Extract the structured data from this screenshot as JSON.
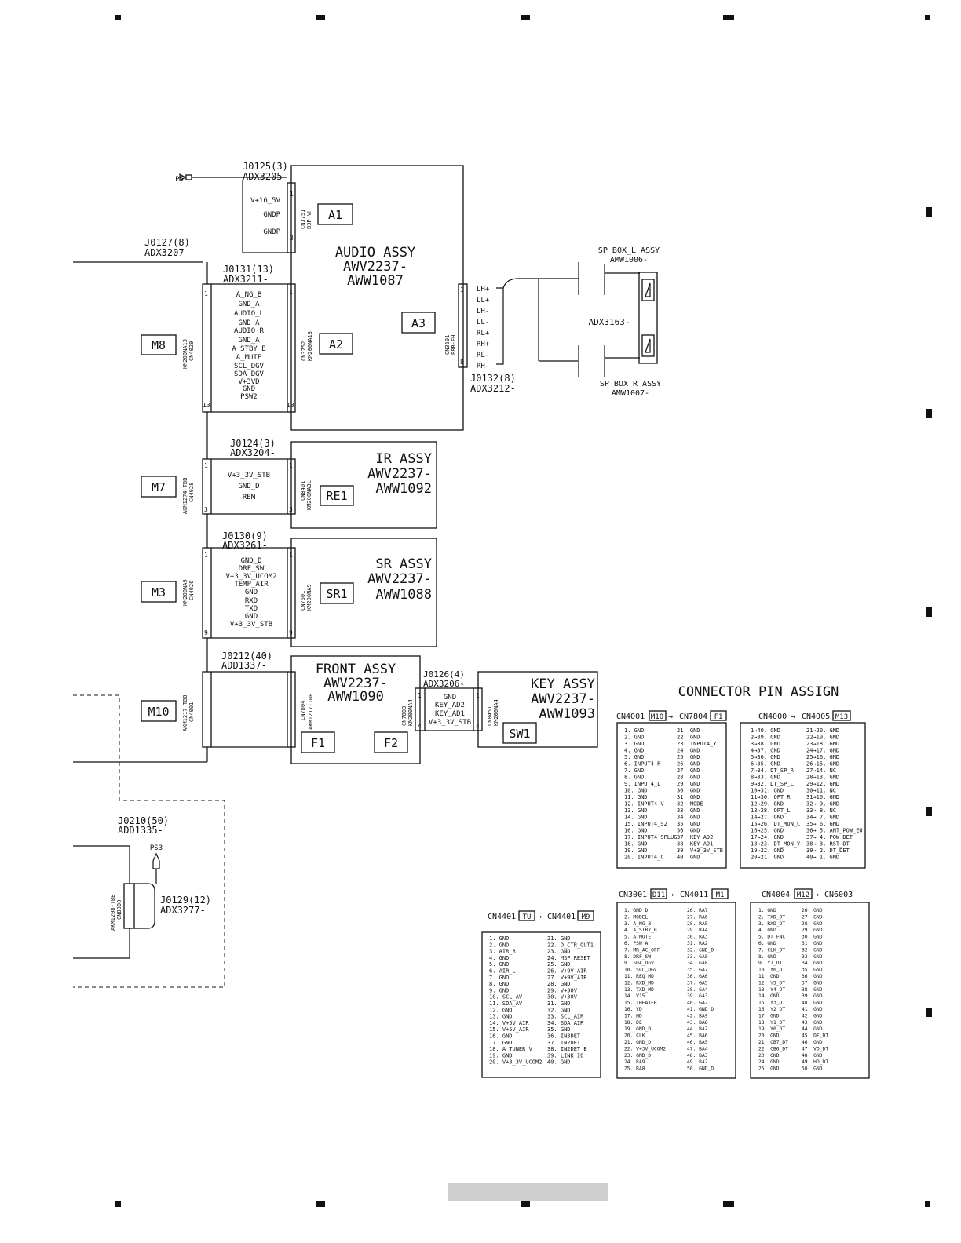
{
  "audio": {
    "j0125": "J0125(3)",
    "adx3205": "ADX3205-",
    "p5": "P5",
    "cn3751": "CN3751",
    "cn3751_type": "B3P-VH",
    "pins": [
      "V+16_5V",
      "GNDP",
      "GNDP"
    ],
    "a1": "A1",
    "a2": "A2",
    "a3": "A3",
    "title": "AUDIO ASSY",
    "p1": "AWV2237-",
    "p2": "AWW1087",
    "cn3752": "CN3752",
    "cn3752_type": "KM200NA13",
    "cn3501": "CN3501",
    "cn3501_type": "B8B-EH",
    "j0132": "J0132(8)",
    "adx3212": "ADX3212-",
    "sp_pins": [
      "LH+",
      "LL+",
      "LH-",
      "LL-",
      "RL+",
      "RH+",
      "RL-",
      "RH-"
    ]
  },
  "m8": {
    "j0127": "J0127(8)",
    "adx3207": "ADX3207-",
    "j0131": "J0131(13)",
    "adx3211": "ADX3211-",
    "label": "M8",
    "cn4029": "CN4029",
    "cn4029_type": "KM200NA13",
    "pins": [
      "A_NG_B",
      "GND_A",
      "AUDIO_L",
      "GND_A",
      "AUDIO_R",
      "GND_A",
      "A_STBY_B",
      "A_MUTE",
      "SCL_DGV",
      "SDA_DGV",
      "V+3VD",
      "GND",
      "PSW2"
    ]
  },
  "speaker": {
    "l_title": "SP BOX_L ASSY",
    "l_part": "AMW1006-",
    "cable": "ADX3163-",
    "r_title": "SP BOX_R ASSY",
    "r_part": "AMW1007-"
  },
  "ir": {
    "j0124": "J0124(3)",
    "adx3204": "ADX3204-",
    "label": "M7",
    "cn4028": "CN4028",
    "cn4028_type": "AKM1274-TBB",
    "pins": [
      "V+3_3V_STB",
      "GND_D",
      "REM"
    ],
    "cn8401": "CN8401",
    "cn8401_type": "KM200NA3L",
    "re1": "RE1",
    "title": "IR ASSY",
    "p1": "AWV2237-",
    "p2": "AWW1092"
  },
  "sr": {
    "j0130": "J0130(9)",
    "adx3261": "ADX3261-",
    "label": "M3",
    "cn4026": "CN4026",
    "cn4026_type": "KM200NA9",
    "pins": [
      "GND_D",
      "DRF_SW",
      "V+3_3V_UCOM2",
      "TEMP_AIR",
      "GND",
      "RXD",
      "TXD",
      "GND",
      "V+3_3V_STB"
    ],
    "cn7601": "CN7601",
    "cn7601_type": "KM200NA9",
    "sr1": "SR1",
    "title": "SR ASSY",
    "p1": "AWV2237-",
    "p2": "AWW1088"
  },
  "front": {
    "j0212": "J0212(40)",
    "add1337": "ADD1337-",
    "label": "M10",
    "cn4001": "CN4001",
    "cn4001_type": "AKM1217-TBB",
    "cn7804": "CN7804",
    "cn7804_type": "AKM1217-TBB",
    "title": "FRONT ASSY",
    "p1": "AWV2237-",
    "p2": "AWW1090",
    "f1": "F1",
    "f2": "F2",
    "cn7803": "CN7803",
    "cn7803_type": "KM200NA4",
    "j0126": "J0126(4)",
    "adx3206": "ADX3206-",
    "pins": [
      "GND",
      "KEY_AD2",
      "KEY_AD1",
      "V+3_3V_STB"
    ]
  },
  "key": {
    "title": "KEY ASSY",
    "p1": "AWV2237-",
    "p2": "AWW1093",
    "cn8451": "CN8451",
    "cn8451_type": "KM200NA4",
    "sw1": "SW1"
  },
  "lower": {
    "j0210": "J0210(50)",
    "add1335": "ADD1335-",
    "ps3": "PS3",
    "cn8000": "CN8000",
    "cn8000_type": "AKM1208-TBB",
    "j0129": "J0129(12)",
    "adx3277": "ADX3277-"
  },
  "pin_assign": {
    "title": "CONNECTOR PIN ASSIGN",
    "tables": [
      {
        "from": "CN4001",
        "from_tag": "M10",
        "to": "CN7804",
        "to_tag": "F1",
        "col1": [
          "1. GND",
          "2. GND",
          "3. GND",
          "4. GND",
          "5. GND",
          "6. INPUT4_R",
          "7. GND",
          "8. GND",
          "9. INPUT4_L",
          "10. GND",
          "11. GND",
          "12. INPUT4_V",
          "13. GND",
          "14. GND",
          "15. INPUT4_S2",
          "16. GND",
          "17. INPUT4_SPLUG",
          "18. GND",
          "19. GND",
          "20. INPUT4_C"
        ],
        "col2": [
          "21. GND",
          "22. GND",
          "23. INPUT4_Y",
          "24. GND",
          "25. GND",
          "26. GND",
          "27. GND",
          "28. GND",
          "29. GND",
          "30. GND",
          "31. GND",
          "32. MODE",
          "33. GND",
          "34. GND",
          "35. GND",
          "36. GND",
          "37. KEY_AD2",
          "38. KEY_AD1",
          "39. V+3_3V_STB",
          "40. GND"
        ]
      },
      {
        "from": "CN4000",
        "from_tag": "",
        "to": "CN4005",
        "to_tag": "M13",
        "col1": [
          "1→40. GND",
          "2→39. GND",
          "3→38. GND",
          "4→37. GND",
          "5→36. GND",
          "6→35. GND",
          "7→34. DT_SP_R",
          "8→33. GND",
          "9→32. DT_SP_L",
          "10→31. GND",
          "11→30. OPT_R",
          "12→29. GND",
          "13→28. OPT_L",
          "14→27. GND",
          "15→26. DT_MON_C",
          "16→25. GND",
          "17→24. GND",
          "18→23. DT_MON_Y",
          "19→22. GND",
          "20→21. GND"
        ],
        "col2": [
          "21→20. GND",
          "22→19. GND",
          "23→18. GND",
          "24→17. GND",
          "25→16. GND",
          "26→15. GND",
          "27→14. NC",
          "28→13. GND",
          "29→12. GND",
          "30→11. NC",
          "31→10. GND",
          "32→ 9. GND",
          "33→ 8. NC",
          "34→ 7. GND",
          "35→ 6. GND",
          "36→ 5. ANT_POW_EU",
          "37→ 4. POW_DET",
          "38→ 3. RST_DT",
          "39→ 2. DT_DET",
          "40→ 1. GND"
        ]
      },
      {
        "from": "CN4401",
        "from_tag": "TU",
        "to": "CN4401",
        "to_tag": "M9",
        "col1": [
          "1. GND",
          "2. GND",
          "3. AIR_R",
          "4. GND",
          "5. GND",
          "6. AIR_L",
          "7. GND",
          "8. GND",
          "9. GND",
          "10. SCL_AV",
          "11. SDA_AV",
          "12. GND",
          "13. GND",
          "14. V+5V_AIR",
          "15. V+5V_AIR",
          "16. GND",
          "17. GND",
          "18. A_TUNER_V",
          "19. GND",
          "20. V+3_3V_UCOM2"
        ],
        "col2": [
          "21. GND",
          "22. D_CTR_OUT1",
          "23. GND",
          "24. MSP_RESET",
          "25. GND",
          "26. V+9V_AIR",
          "27. V+9V_AIR",
          "28. GND",
          "29. V+30V",
          "30. V+30V",
          "31. GND",
          "32. GND",
          "33. SCL_AIR",
          "34. SDA_AIR",
          "35. GND",
          "36. IN3DET",
          "37. IN2DET",
          "38. IN2DET_B",
          "39. LINK_IO",
          "40. GND"
        ]
      },
      {
        "from": "CN3001",
        "from_tag": "D11",
        "to": "CN4011",
        "to_tag": "M1",
        "col1": [
          "1. GND_D",
          "2. MODEL",
          "3. A_NG_B",
          "4. A_STBY_B",
          "5. A_MUTE",
          "6. PSW_A",
          "7. MR_AC_OFF",
          "8. DRF_SW",
          "9. SDA_DGV",
          "10. SCL_DGV",
          "11. REQ_MD",
          "12. RXD_MD",
          "13. TXD_MD",
          "14. V15",
          "15. THEATER",
          "16. VD",
          "17. HD",
          "18. DE",
          "19. GND_D",
          "20. CLK",
          "21. GND_D",
          "22. V+3V_UCOM2",
          "23. GND_D",
          "24. RA9",
          "25. RA8"
        ],
        "col2": [
          "26. RA7",
          "27. RA6",
          "28. RA5",
          "29. RA4",
          "30. RA3",
          "31. RA2",
          "32. GND_D",
          "33. GA8",
          "34. GA8",
          "35. GA7",
          "36. GA6",
          "37. GA5",
          "38. GA4",
          "39. GA3",
          "40. GA2",
          "41. GND_D",
          "42. BA9",
          "43. BA8",
          "44. BA7",
          "45. BA6",
          "46. BA5",
          "47. BA4",
          "48. BA3",
          "49. BA2",
          "50. GND_D"
        ]
      },
      {
        "from": "CN4004",
        "from_tag": "M12",
        "to": "CN6003",
        "to_tag": "",
        "col1": [
          "1. GND",
          "2. TXD_DT",
          "3. RXD_DT",
          "4. GND",
          "5. DT_FNC",
          "6. GND",
          "7. CLK_DT",
          "8. GND",
          "9. Y7_DT",
          "10. Y6_DT",
          "11. GND",
          "12. Y5_DT",
          "13. Y4_DT",
          "14. GND",
          "15. Y3_DT",
          "16. Y2_DT",
          "17. GND",
          "18. Y1_DT",
          "19. Y0_DT",
          "20. GND",
          "21. CB7_DT",
          "22. CB6_DT",
          "23. GND",
          "24. GND",
          "25. GND"
        ],
        "col2": [
          "26. GND",
          "27. GND",
          "28. GND",
          "29. GND",
          "30. GND",
          "31. GND",
          "32. GND",
          "33. GND",
          "34. GND",
          "35. GND",
          "36. GND",
          "37. GND",
          "38. GND",
          "39. GND",
          "40. GND",
          "41. GND",
          "42. GND",
          "43. GND",
          "44. GND",
          "45. DE_DT",
          "46. GND",
          "47. VD_DT",
          "48. GND",
          "49. HD_DT",
          "50. GND"
        ]
      }
    ]
  }
}
